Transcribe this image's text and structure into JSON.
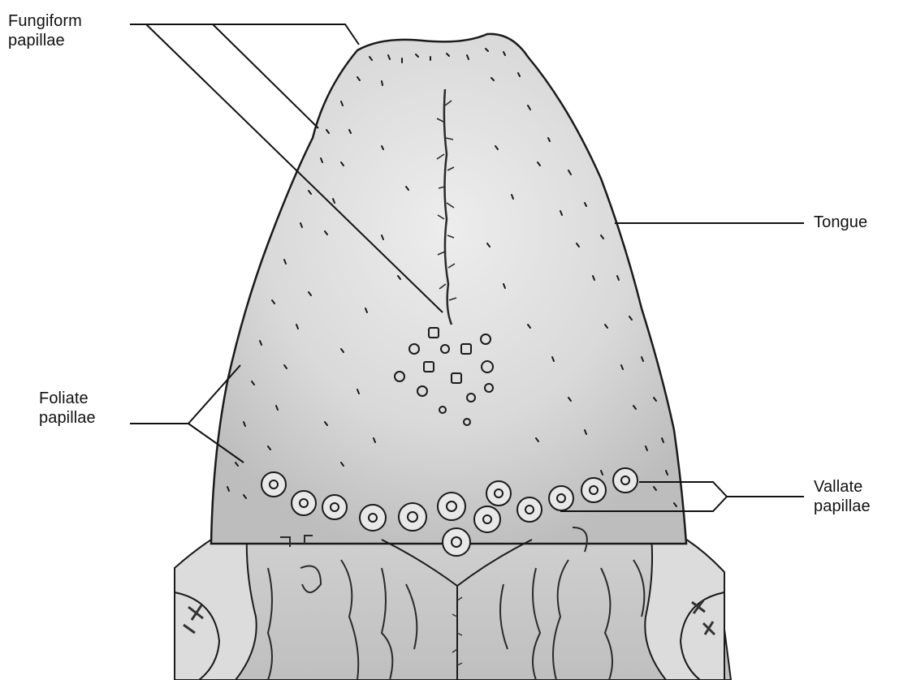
{
  "labels": {
    "fungiform": [
      "Fungiform",
      "papillae"
    ],
    "tongue": "Tongue",
    "foliate": [
      "Foliate",
      "papillae"
    ],
    "vallate": [
      "Vallate",
      "papillae"
    ]
  },
  "colors": {
    "tongue_fill": "#d6d6d6",
    "tongue_highlight": "#ececec",
    "outline": "#1a1a1a",
    "background": "#ffffff"
  }
}
